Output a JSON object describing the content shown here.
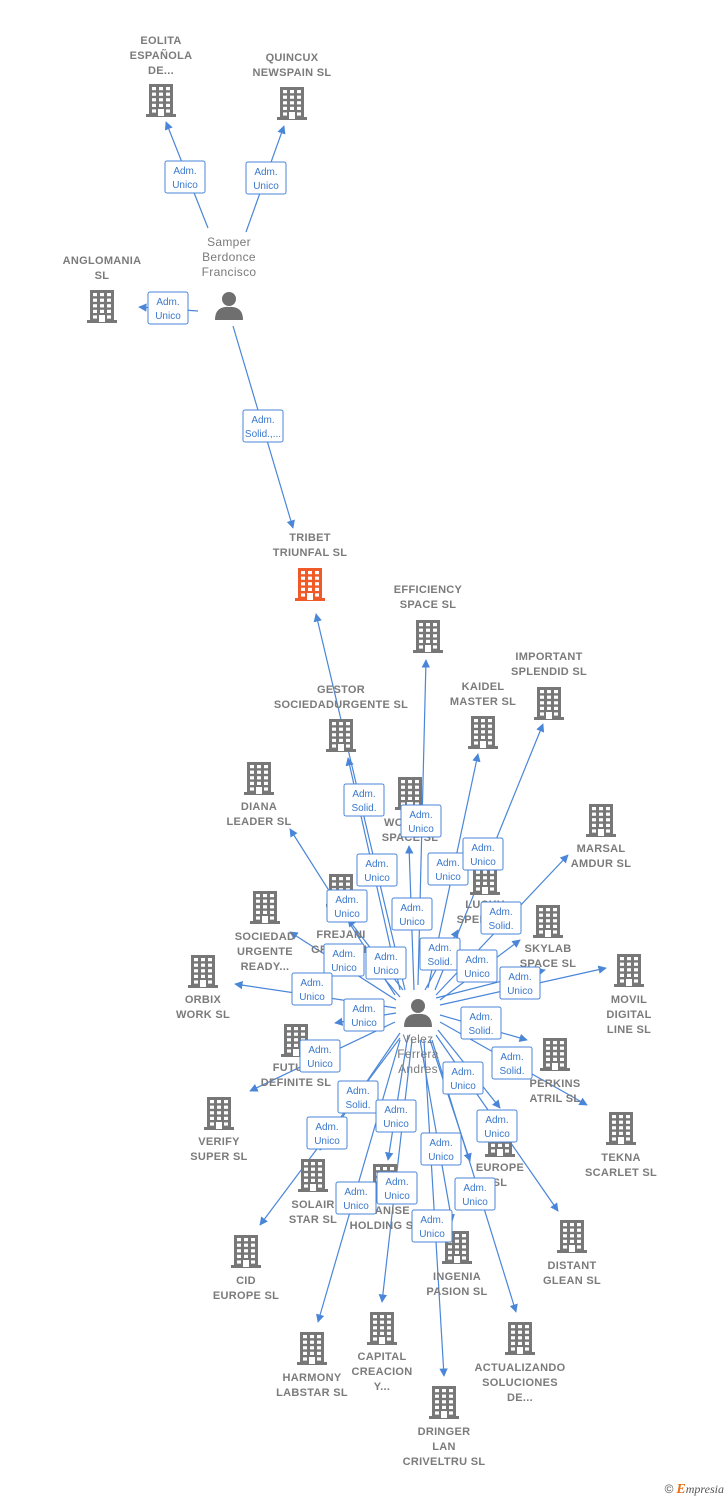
{
  "colors": {
    "building": "#777777",
    "highlight": "#f05a28",
    "edge": "#4a86d8",
    "label": "#7b7b7b"
  },
  "persons": [
    {
      "id": "samper",
      "lines": [
        "Samper",
        "Berdonce",
        "Francisco"
      ]
    },
    {
      "id": "velez",
      "lines": [
        "Velez",
        "Ferrera",
        "Andres"
      ]
    }
  ],
  "companies": [
    {
      "id": "eolita",
      "lines": [
        "EOLITA",
        "ESPAÑOLA",
        "DE..."
      ]
    },
    {
      "id": "quincux",
      "lines": [
        "QUINCUX",
        "NEWSPAIN SL"
      ]
    },
    {
      "id": "anglomania",
      "lines": [
        "ANGLOMANIA",
        "SL"
      ]
    },
    {
      "id": "tribet",
      "lines": [
        "TRIBET",
        "TRIUNFAL SL"
      ],
      "highlight": true
    },
    {
      "id": "efficiency",
      "lines": [
        "EFFICIENCY",
        "SPACE SL"
      ]
    },
    {
      "id": "important",
      "lines": [
        "IMPORTANT",
        "SPLENDID SL"
      ]
    },
    {
      "id": "kaidel",
      "lines": [
        "KAIDEL",
        "MASTER SL"
      ]
    },
    {
      "id": "gestor",
      "lines": [
        "GESTOR",
        "SOCIEDADURGENTE SL"
      ]
    },
    {
      "id": "diana",
      "lines": [
        "DIANA",
        "LEADER SL"
      ]
    },
    {
      "id": "wonder",
      "lines": [
        "WONDER",
        "SPACE SL"
      ]
    },
    {
      "id": "marsal",
      "lines": [
        "MARSAL",
        "AMDUR SL"
      ]
    },
    {
      "id": "lucky",
      "lines": [
        "LUCKY",
        "SPEED SL"
      ]
    },
    {
      "id": "frejani",
      "lines": [
        "FREJANI",
        "GROUP SL"
      ]
    },
    {
      "id": "sociedad",
      "lines": [
        "SOCIEDAD",
        "URGENTE",
        "READY..."
      ]
    },
    {
      "id": "skylab",
      "lines": [
        "SKYLAB",
        "SPACE SL"
      ]
    },
    {
      "id": "orbix",
      "lines": [
        "ORBIX",
        "WORK SL"
      ]
    },
    {
      "id": "movil",
      "lines": [
        "MOVIL",
        "DIGITAL",
        "LINE SL"
      ]
    },
    {
      "id": "future",
      "lines": [
        "FUTURE",
        "DEFINITE SL"
      ]
    },
    {
      "id": "perkins",
      "lines": [
        "PERKINS",
        "ATRIL SL"
      ]
    },
    {
      "id": "verify",
      "lines": [
        "VERIFY",
        "SUPER SL"
      ]
    },
    {
      "id": "tekna",
      "lines": [
        "TEKNA",
        "SCARLET SL"
      ]
    },
    {
      "id": "europe",
      "lines": [
        "EUROPE",
        "SL"
      ]
    },
    {
      "id": "solair",
      "lines": [
        "SOLAIR",
        "STAR SL"
      ]
    },
    {
      "id": "planise",
      "lines": [
        "PLANISE",
        "HOLDING SL"
      ]
    },
    {
      "id": "distant",
      "lines": [
        "DISTANT",
        "GLEAN SL"
      ]
    },
    {
      "id": "cid",
      "lines": [
        "CID",
        "EUROPE SL"
      ]
    },
    {
      "id": "ingenia",
      "lines": [
        "INGENIA",
        "PASION SL"
      ]
    },
    {
      "id": "capital",
      "lines": [
        "CAPITAL",
        "CREACION",
        "Y..."
      ]
    },
    {
      "id": "harmony",
      "lines": [
        "HARMONY",
        "LABSTAR SL"
      ]
    },
    {
      "id": "actualizando",
      "lines": [
        "ACTUALIZANDO",
        "SOLUCIONES",
        "DE..."
      ]
    },
    {
      "id": "dringer",
      "lines": [
        "DRINGER",
        "LAN",
        "CRIVELTRU SL"
      ]
    }
  ],
  "edges": [
    {
      "from": "samper",
      "to": "eolita",
      "role": [
        "Adm.",
        "Unico"
      ]
    },
    {
      "from": "samper",
      "to": "quincux",
      "role": [
        "Adm.",
        "Unico"
      ]
    },
    {
      "from": "samper",
      "to": "anglomania",
      "role": [
        "Adm.",
        "Unico"
      ]
    },
    {
      "from": "samper",
      "to": "tribet",
      "role": [
        "Adm.",
        "Solid.,..."
      ]
    },
    {
      "from": "velez",
      "to": "tribet",
      "role": []
    },
    {
      "from": "velez",
      "to": "gestor",
      "role": [
        "Adm.",
        "Solid."
      ]
    },
    {
      "from": "velez",
      "to": "efficiency",
      "role": [
        "Adm.",
        "Unico"
      ]
    },
    {
      "from": "velez",
      "to": "wonder",
      "role": [
        "Adm.",
        "Unico"
      ]
    },
    {
      "from": "velez",
      "to": "kaidel",
      "role": [
        "Adm.",
        "Unico"
      ]
    },
    {
      "from": "velez",
      "to": "important",
      "role": [
        "Adm.",
        "Unico"
      ]
    },
    {
      "from": "velez",
      "to": "diana",
      "role": [
        "Adm.",
        "Unico"
      ]
    },
    {
      "from": "velez",
      "to": "frejani",
      "role": [
        "Adm.",
        "Unico"
      ]
    },
    {
      "from": "velez",
      "to": "lucky",
      "role": [
        "Adm.",
        "Solid."
      ]
    },
    {
      "from": "velez",
      "to": "marsal",
      "role": [
        "Adm.",
        "Solid."
      ]
    },
    {
      "from": "velez",
      "to": "sociedad",
      "role": [
        "Adm.",
        "Unico"
      ]
    },
    {
      "from": "velez",
      "to": "frejani2",
      "role": [
        "Adm.",
        "Unico"
      ]
    },
    {
      "from": "velez",
      "to": "skylab",
      "role": [
        "Adm.",
        "Unico"
      ]
    },
    {
      "from": "velez",
      "to": "skylab2",
      "role": [
        "Adm.",
        "Unico"
      ]
    },
    {
      "from": "velez",
      "to": "movil",
      "role": [
        "Adm.",
        "Unico"
      ]
    },
    {
      "from": "velez",
      "to": "orbix",
      "role": [
        "Adm.",
        "Unico"
      ]
    },
    {
      "from": "velez",
      "to": "orbix2",
      "role": [
        "Adm.",
        "Unico"
      ]
    },
    {
      "from": "velez",
      "to": "perkins",
      "role": [
        "Adm.",
        "Solid."
      ]
    },
    {
      "from": "velez",
      "to": "perkins2",
      "role": [
        "Adm.",
        "Solid."
      ]
    },
    {
      "from": "velez",
      "to": "future",
      "role": [
        "Adm.",
        "Unico"
      ]
    },
    {
      "from": "velez",
      "to": "tekna",
      "role": [
        "Adm.",
        "Unico"
      ]
    },
    {
      "from": "velez",
      "to": "verify",
      "role": [
        "Adm.",
        "Solid."
      ]
    },
    {
      "from": "velez",
      "to": "planise",
      "role": [
        "Adm.",
        "Unico"
      ]
    },
    {
      "from": "velez",
      "to": "europe",
      "role": [
        "Adm.",
        "Unico"
      ]
    },
    {
      "from": "velez",
      "to": "cid",
      "role": [
        "Adm.",
        "Unico"
      ]
    },
    {
      "from": "velez",
      "to": "distant",
      "role": [
        "Adm.",
        "Unico"
      ]
    },
    {
      "from": "velez",
      "to": "harmony",
      "role": [
        "Adm.",
        "Unico"
      ]
    },
    {
      "from": "velez",
      "to": "capital",
      "role": [
        "Adm.",
        "Unico"
      ]
    },
    {
      "from": "velez",
      "to": "actualizando",
      "role": [
        "Adm.",
        "Unico"
      ]
    },
    {
      "from": "velez",
      "to": "dringer",
      "role": [
        "Adm.",
        "Unico"
      ]
    },
    {
      "from": "velez",
      "to": "ingenia",
      "role": []
    }
  ],
  "brand": {
    "copyright": "©",
    "initial": "E",
    "rest": "mpresia"
  }
}
